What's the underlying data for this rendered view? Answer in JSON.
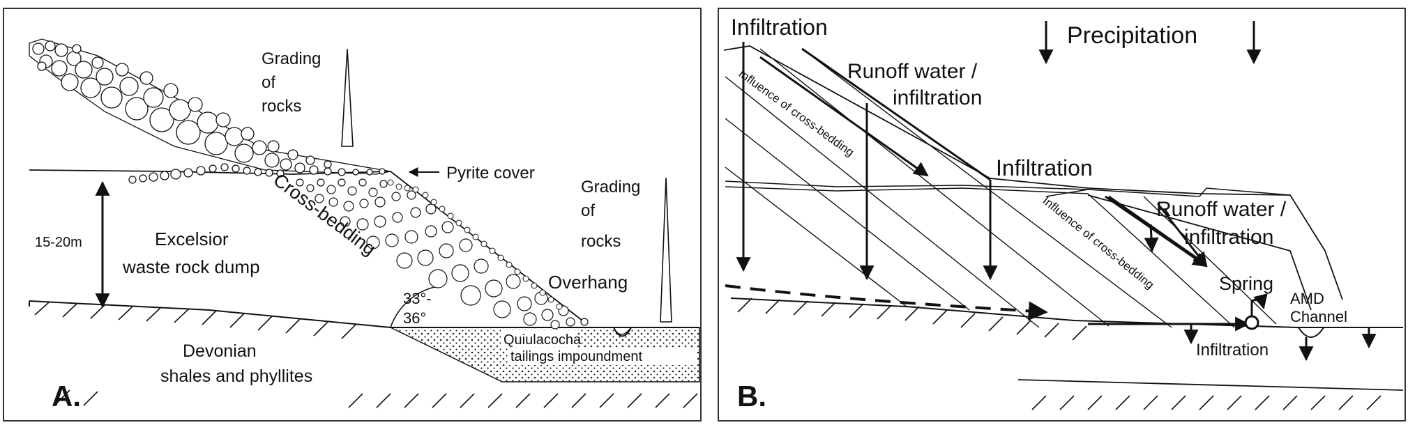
{
  "panel_a": {
    "label": "A.",
    "grading_top": [
      "Grading",
      "of",
      "rocks"
    ],
    "grading_right": [
      "Grading",
      "of",
      "rocks"
    ],
    "pyrite_cover": "Pyrite cover",
    "cross_bedding": "Cross-bedding",
    "thickness": "15-20m",
    "dump_name": [
      "Excelsior",
      "waste rock dump"
    ],
    "overhang": "Overhang",
    "angle": [
      "33°-",
      "36°"
    ],
    "impoundment": [
      "Quiulacocha",
      "tailings impoundment"
    ],
    "bedrock": [
      "Devonian",
      "shales and phyllites"
    ]
  },
  "panel_b": {
    "label": "B.",
    "infiltration_topleft": "Infiltration",
    "precipitation": "Precipitation",
    "runoff_upper": [
      "Runoff water /",
      "infiltration"
    ],
    "influence_upper": "Influence of cross-bedding",
    "infiltration_mid": "Infiltration",
    "influence_lower": "Influence of cross-bedding",
    "runoff_lower": [
      "Runoff water /",
      "infiltration"
    ],
    "spring": "Spring",
    "amd_channel": [
      "AMD",
      "Channel"
    ],
    "infiltration_bottom": "Infiltration"
  }
}
